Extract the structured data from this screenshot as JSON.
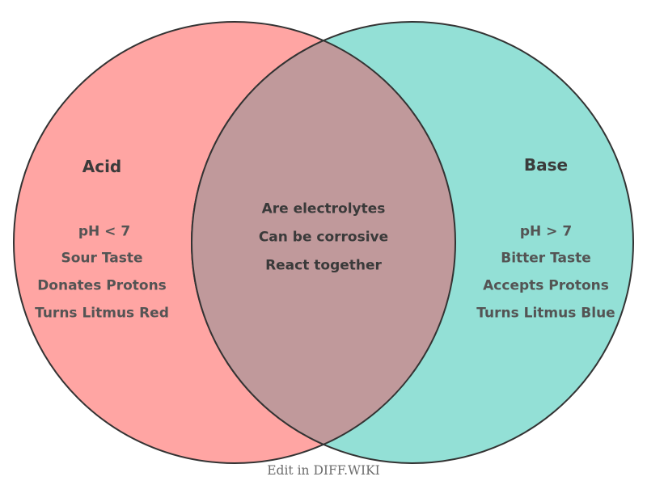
{
  "venn": {
    "title_left": "Acid",
    "title_right": "Base",
    "left": {
      "title": "Acid",
      "color": "#FFA5A3",
      "items": [
        "pH < 7",
        "Sour Taste",
        "Donates Protons",
        "Turns Litmus Red"
      ]
    },
    "right": {
      "title": "Base",
      "color": "#93E0D6",
      "items": [
        "pH > 7",
        "Bitter Taste",
        "Accepts Protons",
        "Turns Litmus Blue"
      ]
    },
    "overlap": {
      "color": "#C0999B",
      "items": [
        "Are electrolytes",
        "Can be corrosive",
        "React together"
      ]
    },
    "outline_color": "#333333",
    "caption": "Edit in DIFF.WIKI"
  }
}
